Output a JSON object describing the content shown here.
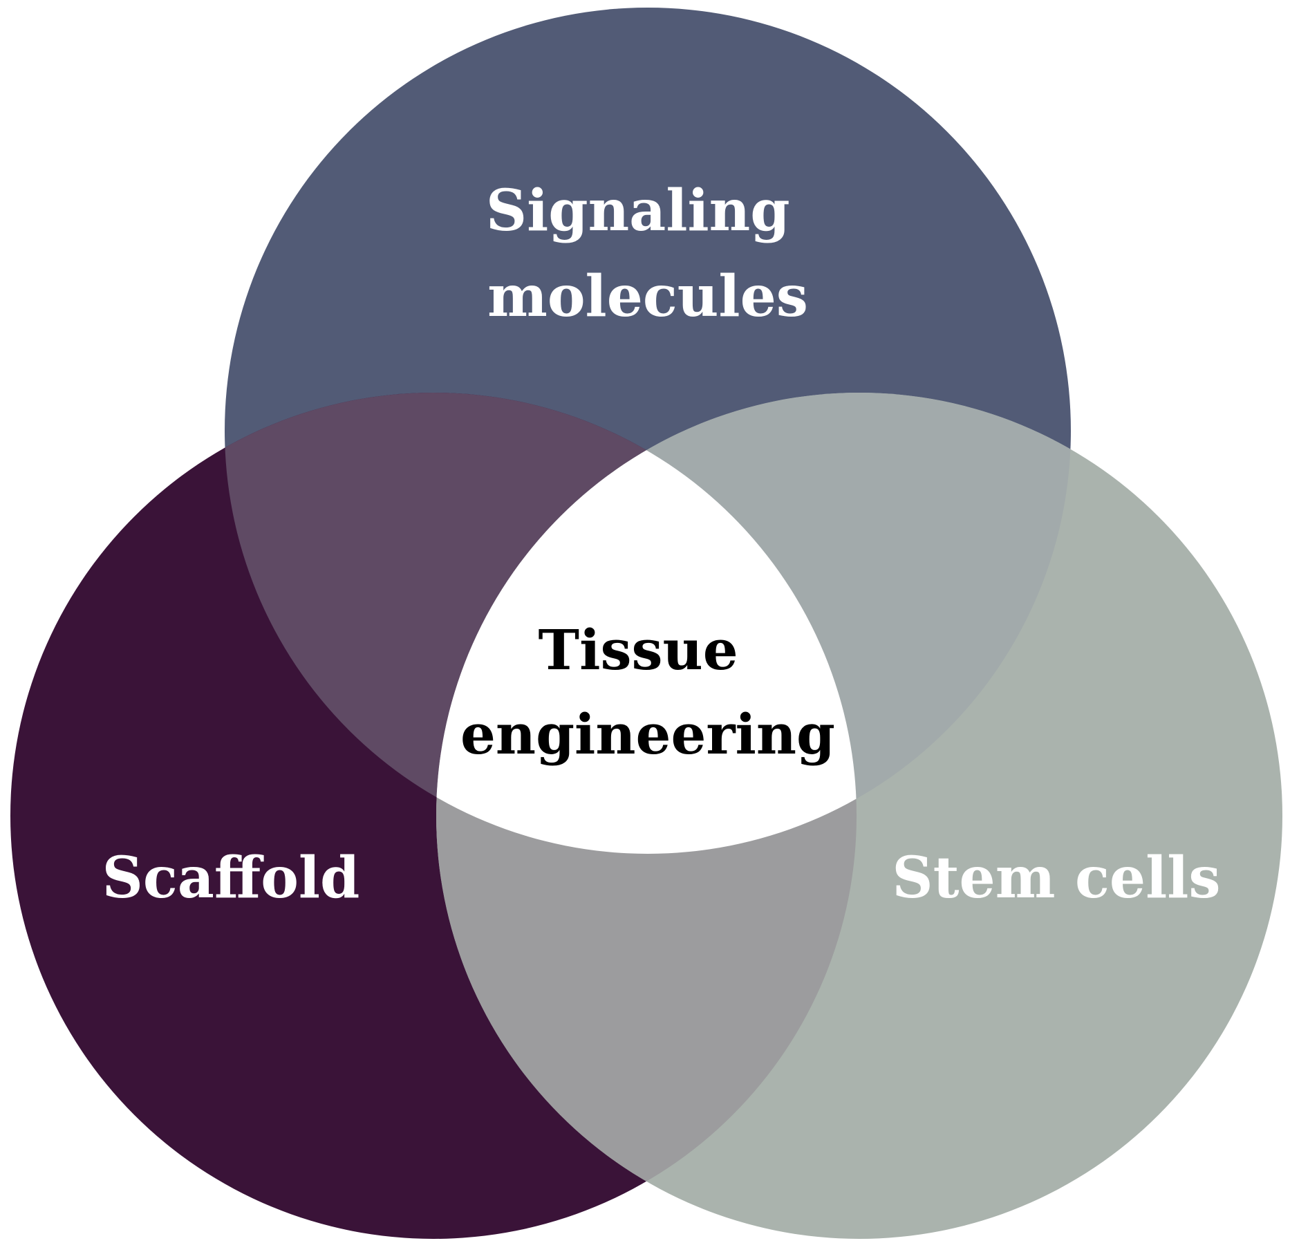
{
  "diagram": {
    "circles": [
      {
        "id": "signaling",
        "label_lines": [
          "Signaling",
          "molecules"
        ],
        "fill": "#525b76",
        "text_color": "#ffffff"
      },
      {
        "id": "scaffold",
        "label_lines": [
          "Scaffold"
        ],
        "fill": "#3a1338",
        "text_color": "#ffffff"
      },
      {
        "id": "stem",
        "label_lines": [
          "Stem cells"
        ],
        "fill": "#aab3ad",
        "text_color": "#ffffff"
      }
    ],
    "overlap_colors": {
      "signaling_scaffold": "#5f4a64",
      "signaling_stem": "#a2aaab",
      "scaffold_stem": "#9c9c9e"
    },
    "center": {
      "label_lines": [
        "Tissue",
        "engineering"
      ],
      "fill": "#ffffff",
      "text_color": "#000000"
    }
  }
}
